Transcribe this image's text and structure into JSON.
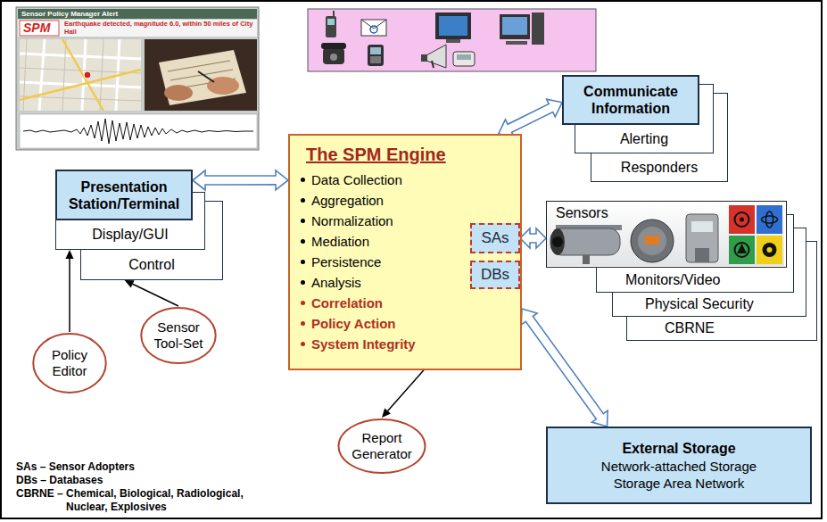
{
  "diagram": {
    "nodes": [
      {
        "text": [
          "Presentation Station/Terminal"
        ]
      },
      {
        "text": [
          "Display/GUI"
        ]
      },
      {
        "text": [
          "Control"
        ]
      },
      {
        "text": [
          "Policy Editor"
        ]
      },
      {
        "text": [
          "Sensor Tool-Set"
        ]
      },
      {
        "text": [
          "The SPM Engine",
          "Data Collection",
          "Aggregation",
          "Normalization",
          "Mediation",
          "Persistence",
          "Analysis",
          "Correlation",
          "Policy Action",
          "System Integrity"
        ]
      },
      {
        "text": [
          "SAs"
        ],
        "in": 5
      },
      {
        "text": [
          "DBs"
        ],
        "in": 5
      },
      {
        "text": [
          "Report Generator"
        ]
      },
      {
        "text": [
          "Communicate Information"
        ]
      },
      {
        "text": [
          "Alerting"
        ]
      },
      {
        "text": [
          "Responders"
        ]
      },
      {
        "text": [
          "Sensors"
        ]
      },
      {
        "text": [
          "Monitors/Video"
        ]
      },
      {
        "text": [
          "Physical Security"
        ]
      },
      {
        "text": [
          "CBRNE"
        ]
      },
      {
        "text": [
          "External Storage",
          "Network-attached Storage",
          "Storage Area Network"
        ]
      }
    ],
    "edges": [
      {
        "from": 0,
        "to": 5,
        "arrow": "both"
      },
      {
        "from": 3,
        "to": 1,
        "arrow": "to"
      },
      {
        "from": 4,
        "to": 2,
        "arrow": "to"
      },
      {
        "from": 5,
        "to": 9,
        "arrow": "both"
      },
      {
        "from": 6,
        "to": 12,
        "arrow": "both"
      },
      {
        "from": 5,
        "to": 16,
        "arrow": "both"
      },
      {
        "from": 7,
        "to": 8,
        "arrow": "to"
      }
    ],
    "labels": [
      "Sensor Policy Manager Alert",
      "SPM",
      "Earthquake detected, magnitude 6.0, within 50 miles of City Hall",
      "SAs – Sensor Adopters",
      "DBs – Databases",
      "CBRNE – Chemical, Biological, Radiological, Nuclear, Explosives"
    ]
  }
}
